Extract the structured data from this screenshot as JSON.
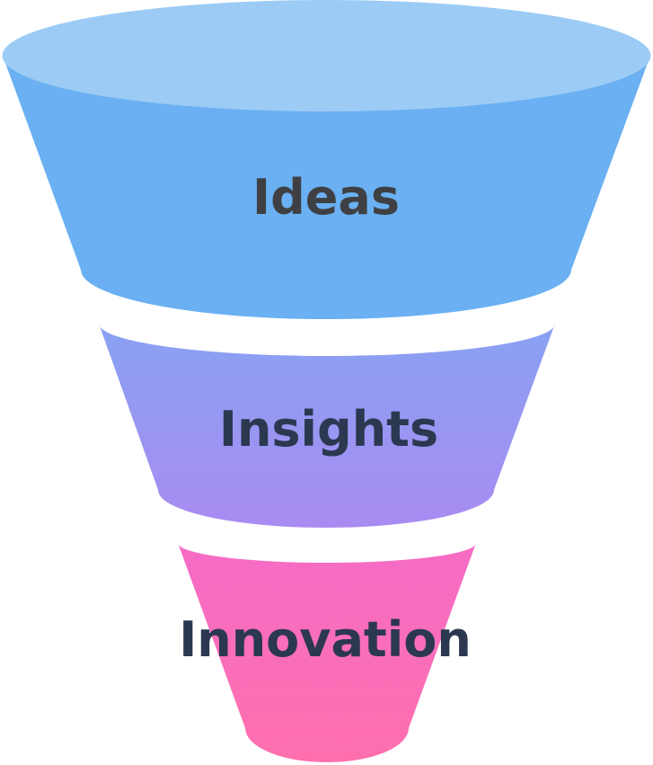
{
  "funnel": {
    "stages": [
      {
        "label": "Ideas"
      },
      {
        "label": "Insights"
      },
      {
        "label": "Innovation"
      }
    ]
  },
  "colors": {
    "ideas_top": "#9ccbf5",
    "ideas_body": "#6ab0f2",
    "insights_top": "#88a2f3",
    "insights_bottom": "#a98bf1",
    "innovation_top": "#f56cc6",
    "innovation_bottom": "#ff6fae",
    "label_dark": "#3f4043",
    "label_navy": "#2b3850"
  }
}
